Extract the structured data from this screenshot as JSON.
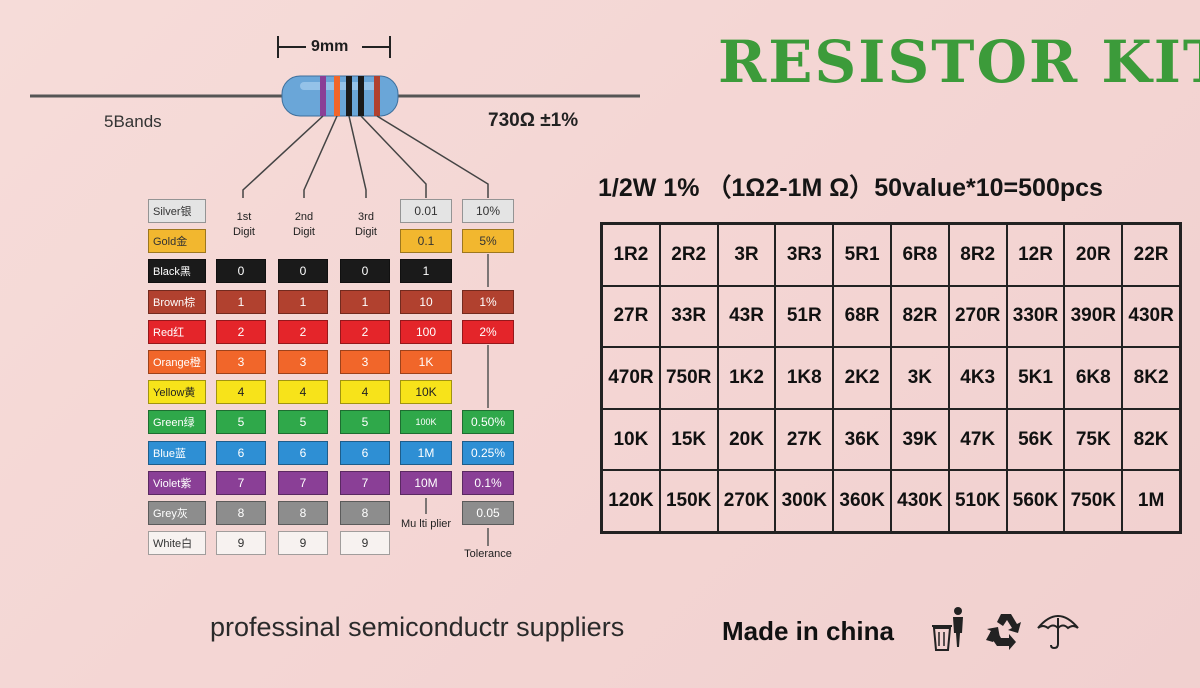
{
  "resistor": {
    "dimension": "9mm",
    "bands_label": "5Bands",
    "example_value": "730Ω  ±1%"
  },
  "color_table": {
    "rows": [
      {
        "name": "Silver银",
        "color": "#e4e4e4",
        "text": "#333333",
        "d1": "",
        "d2": "",
        "d3": "",
        "mult": "0.01",
        "tol": "10%"
      },
      {
        "name": "Gold金",
        "color": "#f2b72f",
        "text": "#333333",
        "d1": "",
        "d2": "",
        "d3": "",
        "mult": "0.1",
        "tol": "5%"
      },
      {
        "name": "Black黑",
        "color": "#1a1a1a",
        "text": "#ffffff",
        "d1": "0",
        "d2": "0",
        "d3": "0",
        "mult": "1",
        "tol": ""
      },
      {
        "name": "Brown棕",
        "color": "#b1412f",
        "text": "#ffffff",
        "d1": "1",
        "d2": "1",
        "d3": "1",
        "mult": "10",
        "tol": "1%"
      },
      {
        "name": "Red红",
        "color": "#e4252a",
        "text": "#ffffff",
        "d1": "2",
        "d2": "2",
        "d3": "2",
        "mult": "100",
        "tol": "2%"
      },
      {
        "name": "Orange橙",
        "color": "#f1662a",
        "text": "#ffffff",
        "d1": "3",
        "d2": "3",
        "d3": "3",
        "mult": "1K",
        "tol": ""
      },
      {
        "name": "Yellow黄",
        "color": "#f7e31a",
        "text": "#222222",
        "d1": "4",
        "d2": "4",
        "d3": "4",
        "mult": "10K",
        "tol": ""
      },
      {
        "name": "Green绿",
        "color": "#2fa84a",
        "text": "#ffffff",
        "d1": "5",
        "d2": "5",
        "d3": "5",
        "mult": "100K",
        "tol": "0.50%"
      },
      {
        "name": "Blue蓝",
        "color": "#2e8fd4",
        "text": "#ffffff",
        "d1": "6",
        "d2": "6",
        "d3": "6",
        "mult": "1M",
        "tol": "0.25%"
      },
      {
        "name": "Violet紫",
        "color": "#8a3f96",
        "text": "#ffffff",
        "d1": "7",
        "d2": "7",
        "d3": "7",
        "mult": "10M",
        "tol": "0.1%"
      },
      {
        "name": "Grey灰",
        "color": "#8d8d8d",
        "text": "#ffffff",
        "d1": "8",
        "d2": "8",
        "d3": "8",
        "mult": "",
        "tol": "0.05"
      },
      {
        "name": "White白",
        "color": "#f7f2f0",
        "text": "#333333",
        "d1": "9",
        "d2": "9",
        "d3": "9",
        "mult": "",
        "tol": ""
      }
    ],
    "headers": {
      "d1": "1st\nDigit",
      "d2": "2nd\nDigit",
      "d3": "3rd\nDigit"
    },
    "multiplier_label": "Mu lti plier",
    "tolerance_label": "Tolerance"
  },
  "title": "RESISTOR KIT",
  "spec_line": "1/2W 1%  （1Ω2-1M Ω）50value*10=500pcs",
  "values": [
    "1R2",
    "2R2",
    "3R",
    "3R3",
    "5R1",
    "6R8",
    "8R2",
    "12R",
    "20R",
    "22R",
    "27R",
    "33R",
    "43R",
    "51R",
    "68R",
    "82R",
    "270R",
    "330R",
    "390R",
    "430R",
    "470R",
    "750R",
    "1K2",
    "1K8",
    "2K2",
    "3K",
    "4K3",
    "5K1",
    "6K8",
    "8K2",
    "10K",
    "15K",
    "20K",
    "27K",
    "36K",
    "39K",
    "47K",
    "56K",
    "75K",
    "82K",
    "120K",
    "150K",
    "270K",
    "300K",
    "360K",
    "430K",
    "510K",
    "560K",
    "750K",
    "1M"
  ],
  "footer": {
    "left": "professinal semiconductr suppliers",
    "right": "Made in china"
  },
  "icons": [
    "trash-bin-person-icon",
    "recycle-icon",
    "umbrella-icon"
  ]
}
